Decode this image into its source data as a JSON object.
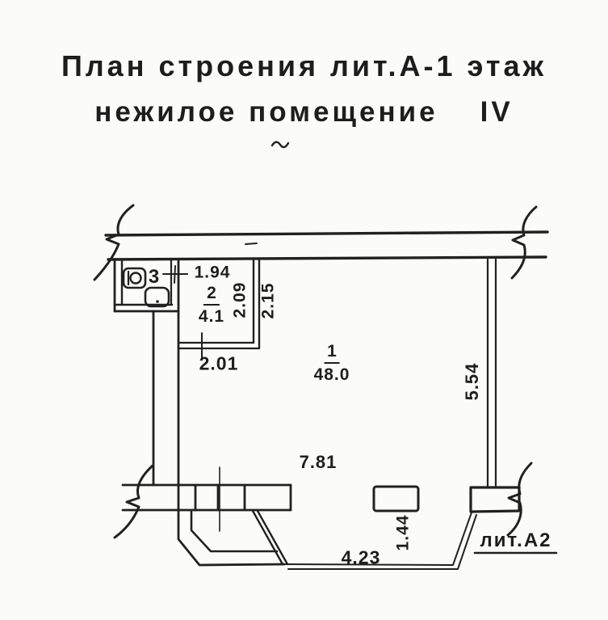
{
  "title": {
    "line1": "План строения лит.А-1 этаж",
    "line2_text": "нежилое помещение",
    "line2_numeral": "IV"
  },
  "plan": {
    "rooms": [
      {
        "number": "1",
        "area": "48.0"
      },
      {
        "number": "2",
        "area": "4.1"
      },
      {
        "number": "3",
        "area": ""
      }
    ],
    "dimensions": {
      "room2_top_width": "1.94",
      "room2_inner_height": "2.09",
      "room2_outer_height": "2.15",
      "room2_bottom_width": "2.01",
      "hall_width": "7.81",
      "hall_right_height": "5.54",
      "bottom_opening_width": "4.23",
      "column_depth": "1.44"
    },
    "adjacent_building_label": "лит.А2"
  },
  "colors": {
    "ink": "#212121",
    "paper": "#fbfbf9"
  }
}
